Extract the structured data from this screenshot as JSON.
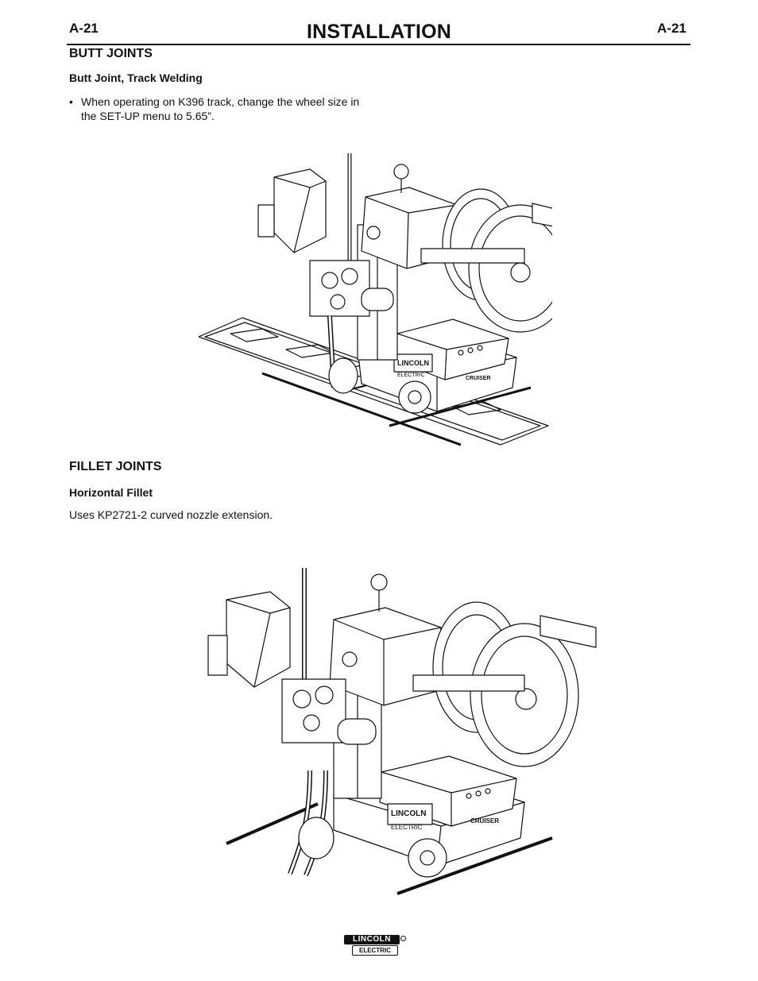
{
  "header": {
    "page_left": "A-21",
    "title": "INSTALLATION",
    "page_right": "A-21"
  },
  "butt": {
    "heading": "BUTT JOINTS",
    "subheading": "Butt Joint, Track Welding",
    "bullet": "When operating on K396 track, change the wheel size in the SET-UP menu to 5.65”."
  },
  "fillet": {
    "heading": "FILLET JOINTS",
    "subheading": "Horizontal Fillet",
    "text": "Uses KP2721-2 curved nozzle extension."
  },
  "figure1": {
    "plate1": "LINCOLN",
    "plate2": "ELECTRIC",
    "side": "CRUISER"
  },
  "figure2": {
    "plate1": "LINCOLN",
    "plate2": "ELECTRIC",
    "side": "CRUISER"
  },
  "footer": {
    "logo_top": "LINCOLN",
    "logo_bottom": "ELECTRIC"
  }
}
